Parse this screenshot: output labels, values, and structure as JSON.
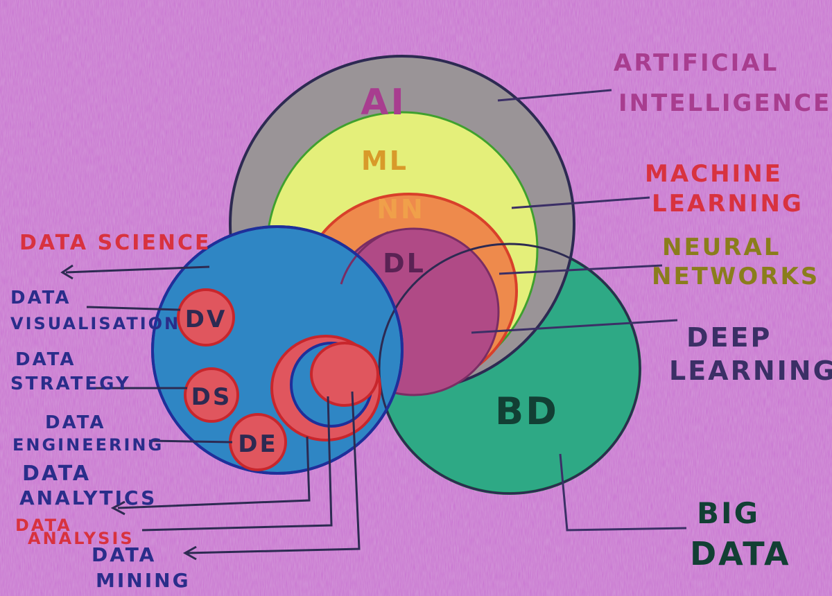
{
  "colors": {
    "paper": "#c86fd0",
    "paper_light": "#d78fde",
    "ai_fill": "#9a9497",
    "ml_fill": "#e4ef7a",
    "nn_fill": "#ee8a4c",
    "dl_fill": "#b04a86",
    "ds_fill": "#2f86c4",
    "bd_fill": "#2ea985",
    "sub_fill": "#e0565e",
    "outline_dark": "#2d2a52",
    "outline_blue": "#1f2f9a",
    "outline_green": "#14703a",
    "outline_red": "#c8262c",
    "outline_orange": "#d8402a",
    "label_magenta": "#a83d8f",
    "label_red": "#d8323f",
    "label_olive": "#8a7d1c",
    "label_navy": "#2a2d8a",
    "label_dark": "#3b2f66",
    "label_green": "#123f34"
  },
  "circles": {
    "ai": "AI",
    "ml": "ML",
    "nn": "NN",
    "dl": "DL",
    "bd": "BD",
    "dv": "DV",
    "ds": "DS",
    "de": "DE"
  },
  "labels": {
    "artificial_intelligence": [
      "ARTIFICIAL",
      "INTELLIGENCE"
    ],
    "machine_learning": [
      "MACHINE",
      "LEARNING"
    ],
    "neural_networks": [
      "NEURAL",
      "NETWORKS"
    ],
    "deep_learning": [
      "DEEP",
      "LEARNING"
    ],
    "big_data": [
      "BIG",
      "DATA"
    ],
    "data_science": "DATA SCIENCE",
    "data_visualisation": [
      "DATA",
      "VISUALISATION"
    ],
    "data_strategy": [
      "DATA",
      "STRATEGY"
    ],
    "data_engineering": [
      "DATA",
      "ENGINEERING"
    ],
    "data_analytics": [
      "DATA",
      "ANALYTICS"
    ],
    "data_analysis": [
      "DATA",
      "ANALYSIS"
    ],
    "data_mining": [
      "DATA",
      "MINING"
    ]
  }
}
